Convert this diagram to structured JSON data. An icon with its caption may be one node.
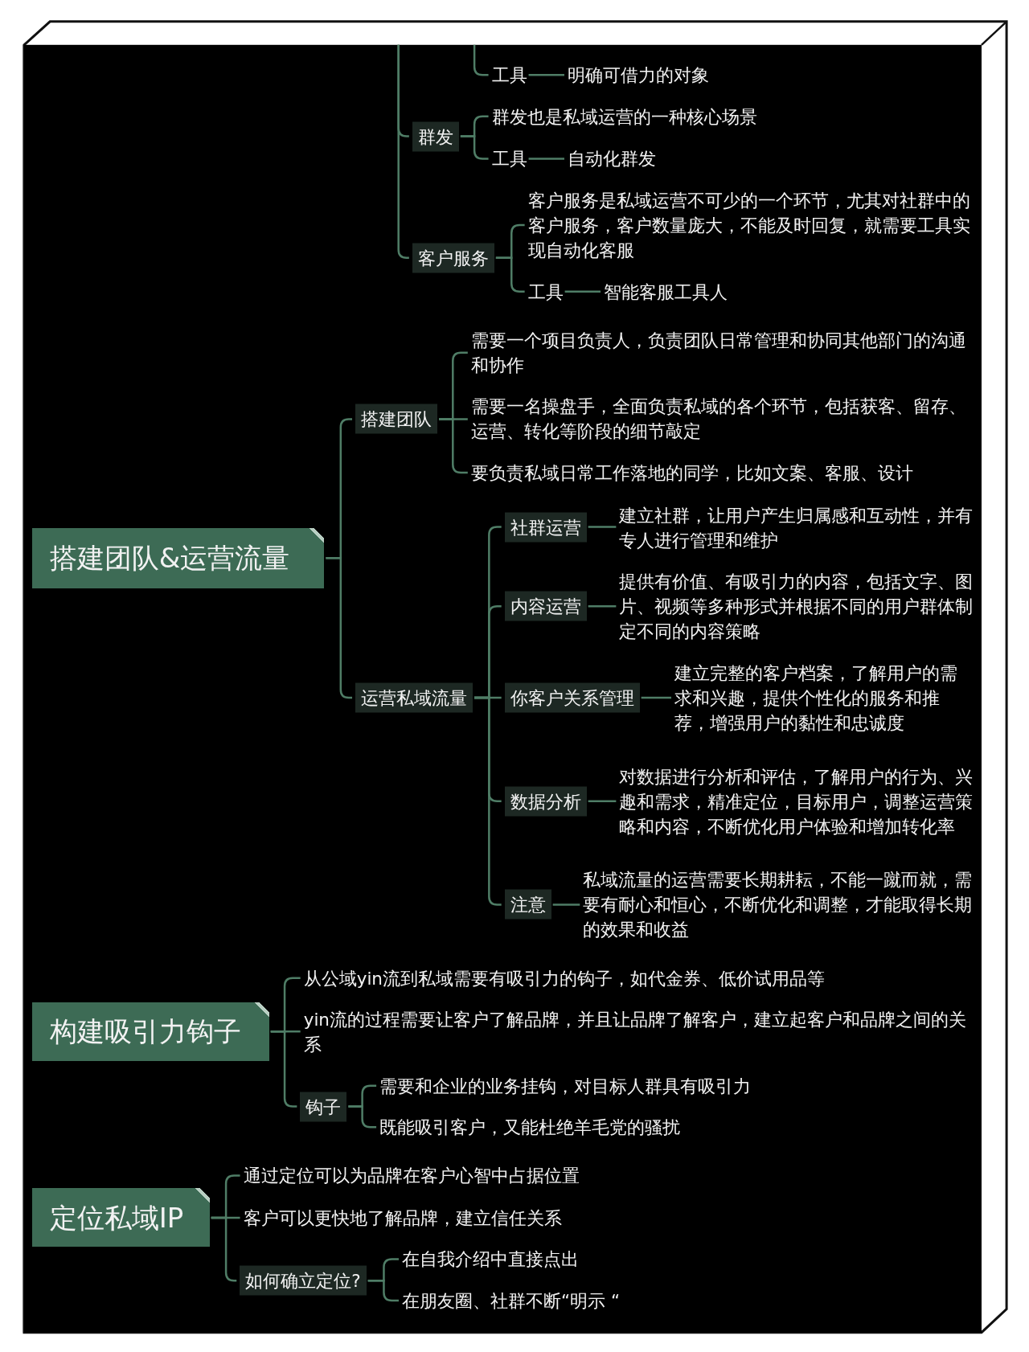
{
  "diagram": {
    "nodes": [
      {
        "text": [
          "工具"
        ]
      },
      {
        "text": [
          "明确可借力的对象"
        ]
      },
      {
        "text": [
          "群发"
        ]
      },
      {
        "text": [
          "群发也是私域运营的一种核心场景"
        ]
      },
      {
        "text": [
          "工具"
        ]
      },
      {
        "text": [
          "自动化群发"
        ]
      },
      {
        "text": [
          "客户服务"
        ]
      },
      {
        "text": [
          "客户服务是私域运营不可少的一个环节，尤其对社群中的客户服务，客户数量庞大，不能及时回复，就需要工具实现自动化客服"
        ]
      },
      {
        "text": [
          "工具"
        ]
      },
      {
        "text": [
          "智能客服工具人"
        ]
      },
      {
        "text": [
          "搭建团队&运营流量"
        ]
      },
      {
        "text": [
          "搭建团队"
        ]
      },
      {
        "text": [
          "需要一个项目负责人，负责团队日常管理和协同其他部门的沟通和协作"
        ]
      },
      {
        "text": [
          "需要一名操盘手，全面负责私域的各个环节，包括获客、留存、运营、转化等阶段的细节敲定"
        ]
      },
      {
        "text": [
          "要负责私域日常工作落地的同学，比如文案、客服、设计"
        ]
      },
      {
        "text": [
          "运营私域流量"
        ]
      },
      {
        "text": [
          "社群运营"
        ]
      },
      {
        "text": [
          "建立社群，让用户产生归属感和互动性，并有专人进行管理和维护"
        ]
      },
      {
        "text": [
          "内容运营"
        ]
      },
      {
        "text": [
          "提供有价值、有吸引力的内容，包括文字、图片、视频等多种形式并根据不同的用户群体制定不同的内容策略"
        ]
      },
      {
        "text": [
          "你客户关系管理"
        ]
      },
      {
        "text": [
          "建立完整的客户档案，了解用户的需求和兴趣，提供个性化的服务和推荐，增强用户的黏性和忠诚度"
        ]
      },
      {
        "text": [
          "数据分析"
        ]
      },
      {
        "text": [
          "对数据进行分析和评估，了解用户的行为、兴趣和需求，精准定位，目标用户，调整运营策略和内容，不断优化用户体验和增加转化率"
        ]
      },
      {
        "text": [
          "注意"
        ]
      },
      {
        "text": [
          "私域流量的运营需要长期耕耘，不能一蹴而就，需要有耐心和恒心，不断优化和调整，才能取得长期的效果和收益"
        ]
      },
      {
        "text": [
          "构建吸引力钩子"
        ]
      },
      {
        "text": [
          "从公域yin流到私域需要有吸引力的钩子，如代金券、低价试用品等"
        ]
      },
      {
        "text": [
          "yin流的过程需要让客户了解品牌，并且让品牌了解客户，建立起客户和品牌之间的关系"
        ]
      },
      {
        "text": [
          "钩子"
        ]
      },
      {
        "text": [
          "需要和企业的业务挂钩，对目标人群具有吸引力"
        ]
      },
      {
        "text": [
          "既能吸引客户，又能杜绝羊毛党的骚扰"
        ]
      },
      {
        "text": [
          "定位私域IP"
        ]
      },
      {
        "text": [
          "通过定位可以为品牌在客户心智中占据位置"
        ]
      },
      {
        "text": [
          "客户可以更快地了解品牌，建立信任关系"
        ]
      },
      {
        "text": [
          "如何确立定位?"
        ]
      },
      {
        "text": [
          "在自我介绍中直接点出"
        ]
      },
      {
        "text": [
          "在朋友圈、社群不断“明示 “"
        ]
      }
    ],
    "edges": [
      {
        "from": null,
        "to": 0,
        "arrow": "none"
      },
      {
        "from": 0,
        "to": 1,
        "arrow": "none"
      },
      {
        "from": null,
        "to": 2,
        "arrow": "none"
      },
      {
        "from": 2,
        "to": 3,
        "arrow": "none"
      },
      {
        "from": 2,
        "to": 4,
        "arrow": "none"
      },
      {
        "from": 4,
        "to": 5,
        "arrow": "none"
      },
      {
        "from": null,
        "to": 6,
        "arrow": "none"
      },
      {
        "from": 6,
        "to": 7,
        "arrow": "none"
      },
      {
        "from": 6,
        "to": 8,
        "arrow": "none"
      },
      {
        "from": 8,
        "to": 9,
        "arrow": "none"
      },
      {
        "from": 10,
        "to": 11,
        "arrow": "none"
      },
      {
        "from": 11,
        "to": 12,
        "arrow": "none"
      },
      {
        "from": 11,
        "to": 13,
        "arrow": "none"
      },
      {
        "from": 11,
        "to": 14,
        "arrow": "none"
      },
      {
        "from": 10,
        "to": 15,
        "arrow": "none"
      },
      {
        "from": 15,
        "to": 16,
        "arrow": "none"
      },
      {
        "from": 16,
        "to": 17,
        "arrow": "none"
      },
      {
        "from": 15,
        "to": 18,
        "arrow": "none"
      },
      {
        "from": 18,
        "to": 19,
        "arrow": "none"
      },
      {
        "from": 15,
        "to": 20,
        "arrow": "none"
      },
      {
        "from": 20,
        "to": 21,
        "arrow": "none"
      },
      {
        "from": 15,
        "to": 22,
        "arrow": "none"
      },
      {
        "from": 22,
        "to": 23,
        "arrow": "none"
      },
      {
        "from": 15,
        "to": 24,
        "arrow": "none"
      },
      {
        "from": 24,
        "to": 25,
        "arrow": "none"
      },
      {
        "from": 26,
        "to": 27,
        "arrow": "none"
      },
      {
        "from": 26,
        "to": 28,
        "arrow": "none"
      },
      {
        "from": 26,
        "to": 29,
        "arrow": "none"
      },
      {
        "from": 29,
        "to": 30,
        "arrow": "none"
      },
      {
        "from": 29,
        "to": 31,
        "arrow": "none"
      },
      {
        "from": 32,
        "to": 33,
        "arrow": "none"
      },
      {
        "from": 32,
        "to": 34,
        "arrow": "none"
      },
      {
        "from": 32,
        "to": 35,
        "arrow": "none"
      },
      {
        "from": 35,
        "to": 36,
        "arrow": "none"
      },
      {
        "from": 35,
        "to": 37,
        "arrow": "none"
      }
    ]
  }
}
